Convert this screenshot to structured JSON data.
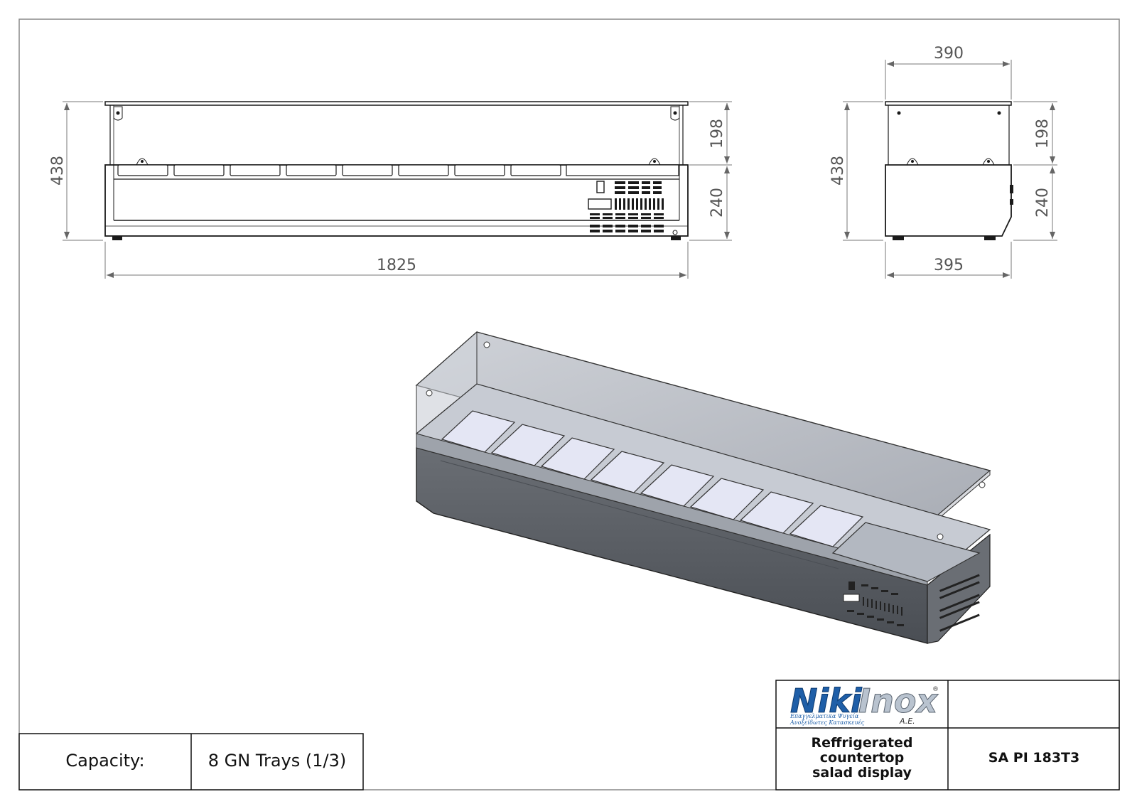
{
  "front_view": {
    "overall_height": "438",
    "glass_height": "198",
    "body_height": "240",
    "length": "1825",
    "tray_count": 8
  },
  "side_view": {
    "top_depth": "390",
    "overall_height": "438",
    "glass_height": "198",
    "body_height": "240",
    "bottom_depth": "395"
  },
  "capacity": {
    "label": "Capacity:",
    "value": "8 GN Trays (1/3)"
  },
  "title_block": {
    "brand_left": "Niki",
    "brand_right": "Inox",
    "brand_registered": "®",
    "brand_tagline_1": "Επαγγελματικα Ψυγεία",
    "brand_tagline_2": "Ανοξείδωτες Κατασκευές",
    "brand_suffix": "A.E.",
    "description_1": "Reffrigerated",
    "description_2": "countertop",
    "description_3": "salad display",
    "model": "SA PI 183T3"
  },
  "colors": {
    "line": "#1a1a1a",
    "dimension": "#666666",
    "brand_blue": "#1f5fa8",
    "body_dark": "#55595f",
    "glass": "#b9bdc4",
    "tray": "#e4e6f4"
  }
}
